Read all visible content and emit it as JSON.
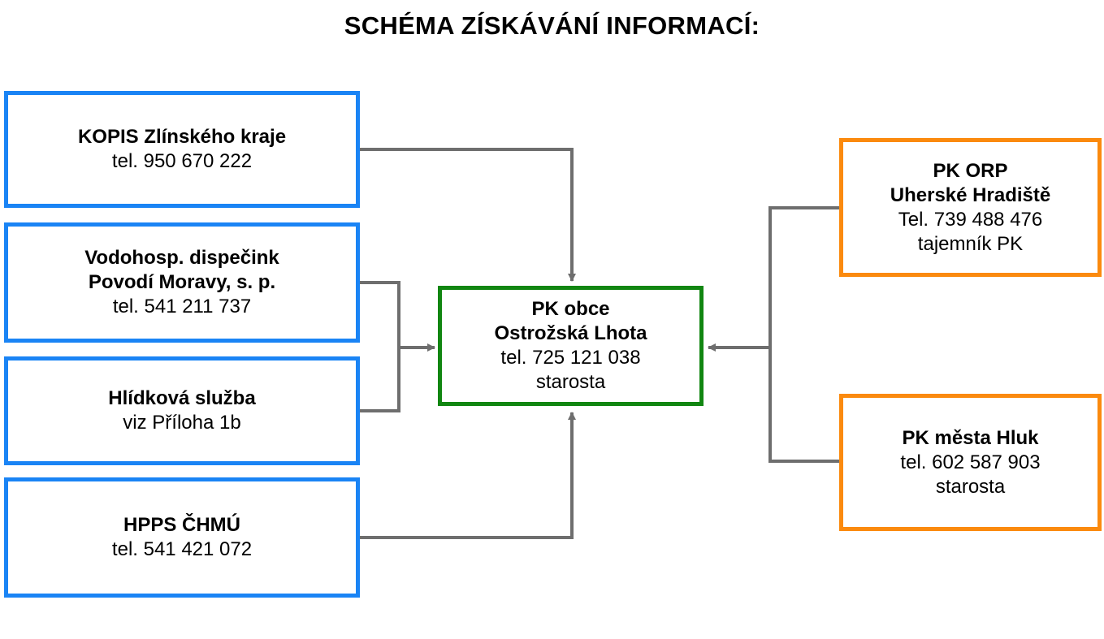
{
  "title": "SCHÉMA ZÍSKÁVÁNÍ INFORMACÍ:",
  "colors": {
    "source_border": "#1a84f5",
    "center_border": "#118611",
    "regional_border": "#fb8a0e",
    "connector": "#6e6e6e"
  },
  "sources": [
    {
      "name": "KOPIS Zlínského kraje",
      "name2": "",
      "phone": "tel. 950 670 222",
      "role": ""
    },
    {
      "name": "Vodohosp. dispečink",
      "name2": "Povodí Moravy, s. p.",
      "phone": "tel. 541 211 737",
      "role": ""
    },
    {
      "name": "Hlídková služba",
      "name2": "",
      "phone": "viz Příloha 1b",
      "role": ""
    },
    {
      "name": "HPPS ČHMÚ",
      "name2": "",
      "phone": "tel. 541 421 072",
      "role": ""
    }
  ],
  "center": {
    "name": "PK obce",
    "name2": "Ostrožská Lhota",
    "phone": "tel. 725 121 038",
    "role": "starosta"
  },
  "regional": [
    {
      "name": "PK ORP",
      "name2": "Uherské Hradiště",
      "phone": "Tel. 739 488 476",
      "role": "tajemník PK"
    },
    {
      "name": "PK města Hluk",
      "name2": "",
      "phone": "tel. 602 587 903",
      "role": "starosta"
    }
  ]
}
